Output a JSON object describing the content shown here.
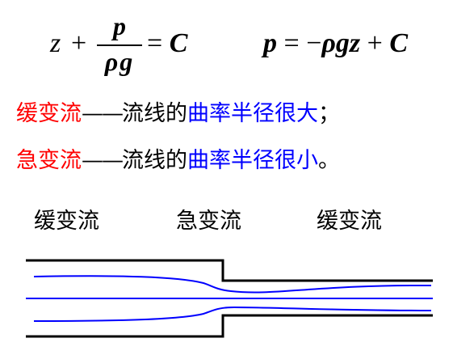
{
  "formulas": {
    "left": {
      "z": "z",
      "plus": "+",
      "numerator": "p",
      "denominator": "ρg",
      "equals": "=",
      "constant": "C"
    },
    "right": {
      "p": "p",
      "equals": "=",
      "minus": "−",
      "rho_g_z": "ρgz",
      "plus": "+",
      "constant": "C"
    }
  },
  "definitions": [
    {
      "term": "缓变流",
      "dash": "——",
      "prefix": "流线的",
      "highlight": "曲率半径很大",
      "end": "；"
    },
    {
      "term": "急变流",
      "dash": "——",
      "prefix": "流线的",
      "highlight": "曲率半径很小",
      "end": "。"
    }
  ],
  "diagram": {
    "labels": [
      "缓变流",
      "急变流",
      "缓变流"
    ]
  },
  "colors": {
    "term": "#ff0000",
    "highlight": "#0000ff",
    "streamline": "#0000ff",
    "pipe_wall": "#000000"
  }
}
